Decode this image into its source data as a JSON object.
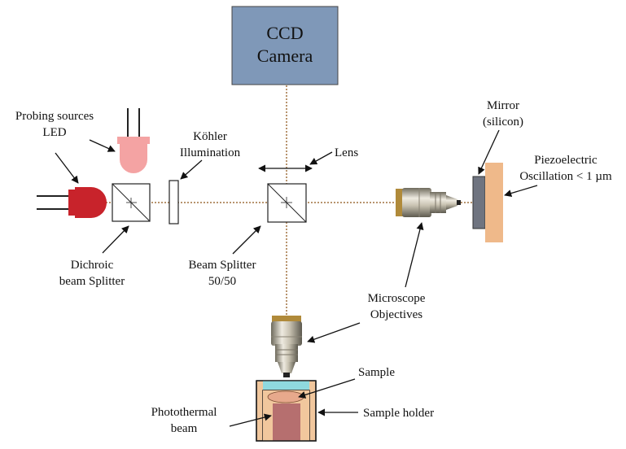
{
  "diagram": {
    "camera": {
      "line1": "CCD",
      "line2": "Camera",
      "fill": "#7f98b8"
    },
    "labels": {
      "probing_sources": "Probing sources",
      "led": "LED",
      "kohler": "Köhler",
      "illumination": "Illumination",
      "lens": "Lens",
      "mirror": "Mirror",
      "silicon": "(silicon)",
      "piezo_1": "Piezoelectric",
      "piezo_2": "Oscillation < 1 µm",
      "dichroic_1": "Dichroic",
      "dichroic_2": "beam Splitter",
      "bs_1": "Beam Splitter",
      "bs_2": "50/50",
      "micro_1": "Microscope",
      "micro_2": "Objectives",
      "sample": "Sample",
      "sample_holder": "Sample holder",
      "photothermal_1": "Photothermal",
      "photothermal_2": "beam"
    },
    "colors": {
      "led_red": "#c8232b",
      "led_pink": "#f4a3a3",
      "piezo": "#efb98a",
      "holder": "#f1c79d",
      "sample_slide": "#8fd9df",
      "sample_disc": "#e7a98c",
      "photothermal": "#b66f6f",
      "beam": "#a0703e"
    }
  }
}
